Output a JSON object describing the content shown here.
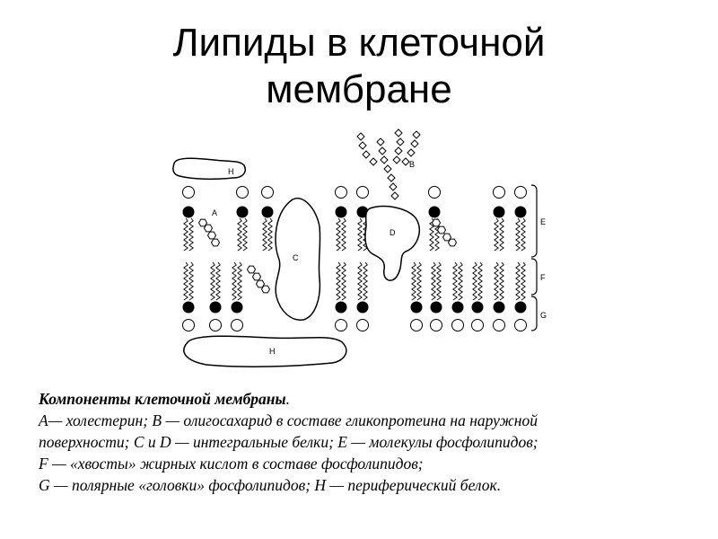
{
  "title": {
    "line1": "Липиды в клеточной",
    "line2": "мембране"
  },
  "diagram": {
    "labels": {
      "A": "A",
      "B": "B",
      "C": "C",
      "D": "D",
      "E": "E",
      "F": "F",
      "G": "G",
      "H_top": "H",
      "H_bottom": "H"
    }
  },
  "caption": {
    "heading": "Компоненты клеточной мембраны",
    "heading_end": ".",
    "lines": [
      "A— холестерин; B — олигосахарид в составе гликопротеина на наружной",
      "поверхности; C и D — интегральные белки; E — молекулы фосфолипидов;",
      "F — «хвосты» жирных кислот в составе фосфолипидов;",
      "G — полярные «головки» фосфолипидов; H — периферический белок."
    ]
  }
}
